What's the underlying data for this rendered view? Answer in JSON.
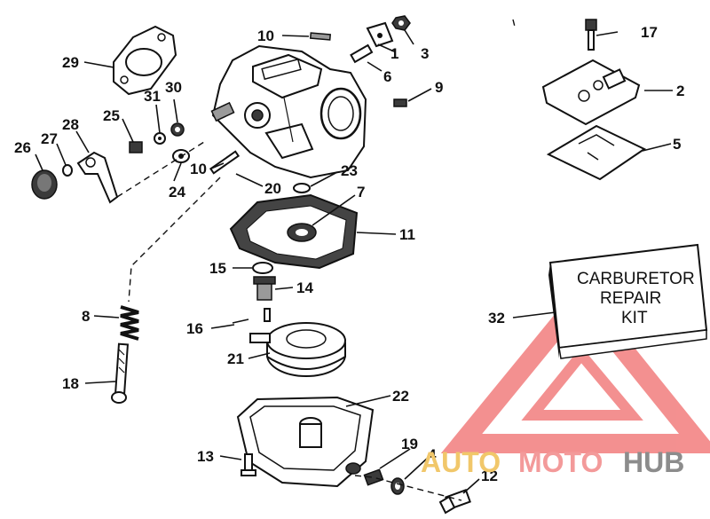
{
  "callouts": {
    "c1": "1",
    "c2": "2",
    "c3": "3",
    "c4": "4",
    "c5": "5",
    "c6": "6",
    "c7": "7",
    "c8": "8",
    "c9": "9",
    "c10a": "10",
    "c10b": "10",
    "c11": "11",
    "c12": "12",
    "c13": "13",
    "c14": "14",
    "c15": "15",
    "c16": "16",
    "c17": "17",
    "c18": "18",
    "c19": "19",
    "c20": "20",
    "c21": "21",
    "c22": "22",
    "c23": "23",
    "c24": "24",
    "c25": "25",
    "c26": "26",
    "c27": "27",
    "c28": "28",
    "c29": "29",
    "c30": "30",
    "c31": "31",
    "c32": "32"
  },
  "kit_box": {
    "line1": "CARBURETOR",
    "line2": "REPAIR",
    "line3": "KIT"
  },
  "watermark": {
    "part1": "AUTO",
    "part2": "MOTO",
    "part3": "HUB",
    "colors": {
      "auto": "#f1c76a",
      "moto": "#f39a9a",
      "hub": "#8c8c8c",
      "triangle": "#f06b6b"
    }
  }
}
